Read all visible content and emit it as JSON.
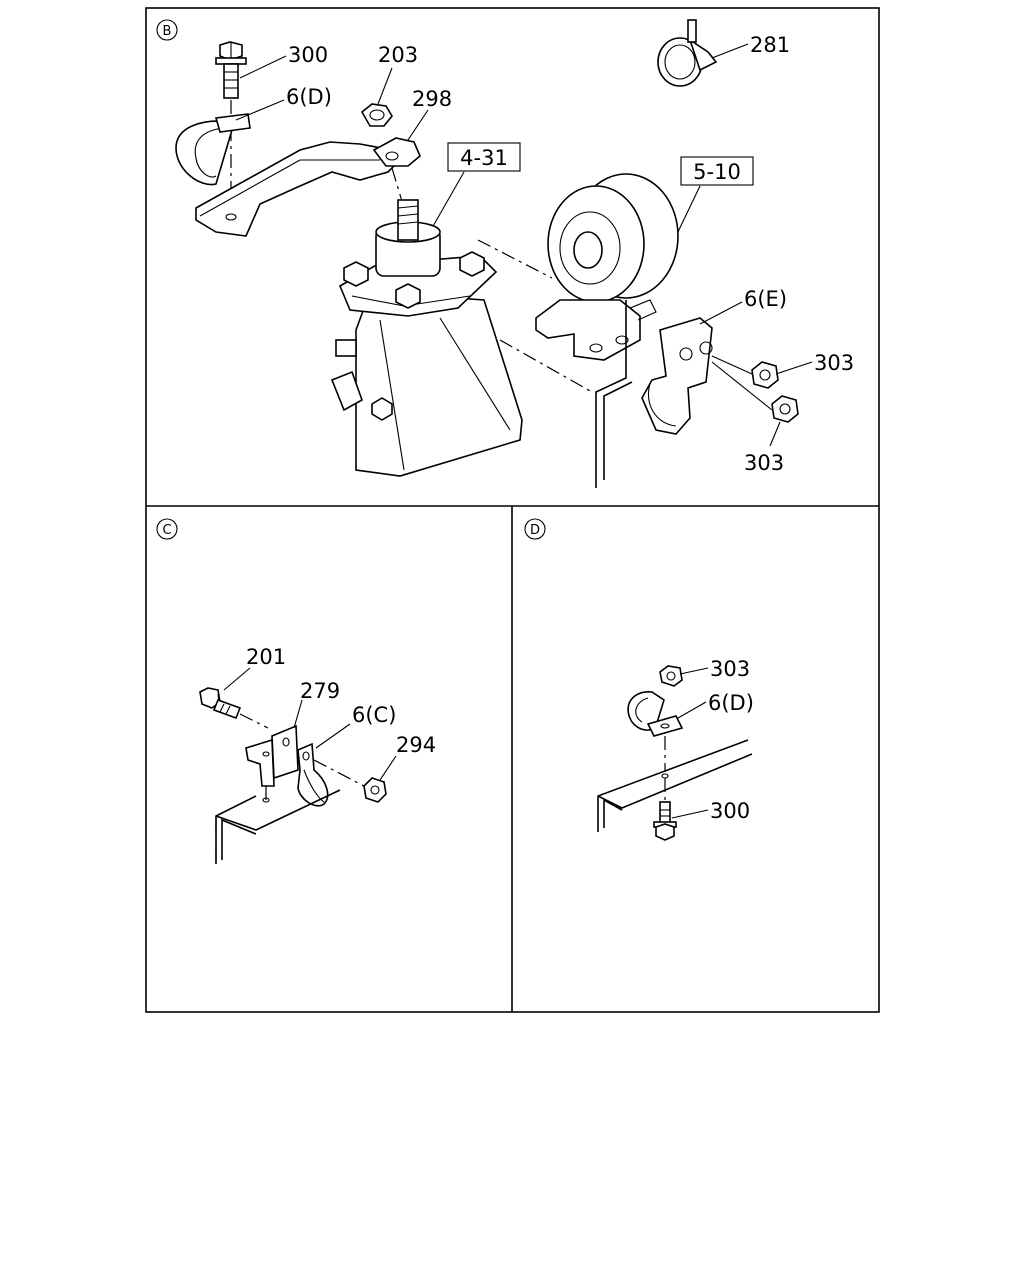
{
  "panels": {
    "b": {
      "marker": "B",
      "labels": {
        "p300": "300",
        "p203": "203",
        "p281": "281",
        "p6d": "6(D)",
        "p298": "298",
        "p431": "4-31",
        "p510": "5-10",
        "p6e": "6(E)",
        "p303a": "303",
        "p303b": "303"
      }
    },
    "c": {
      "marker": "C",
      "labels": {
        "p201": "201",
        "p279": "279",
        "p6c": "6(C)",
        "p294": "294"
      }
    },
    "d": {
      "marker": "D",
      "labels": {
        "p303": "303",
        "p6d": "6(D)",
        "p300": "300"
      }
    }
  }
}
